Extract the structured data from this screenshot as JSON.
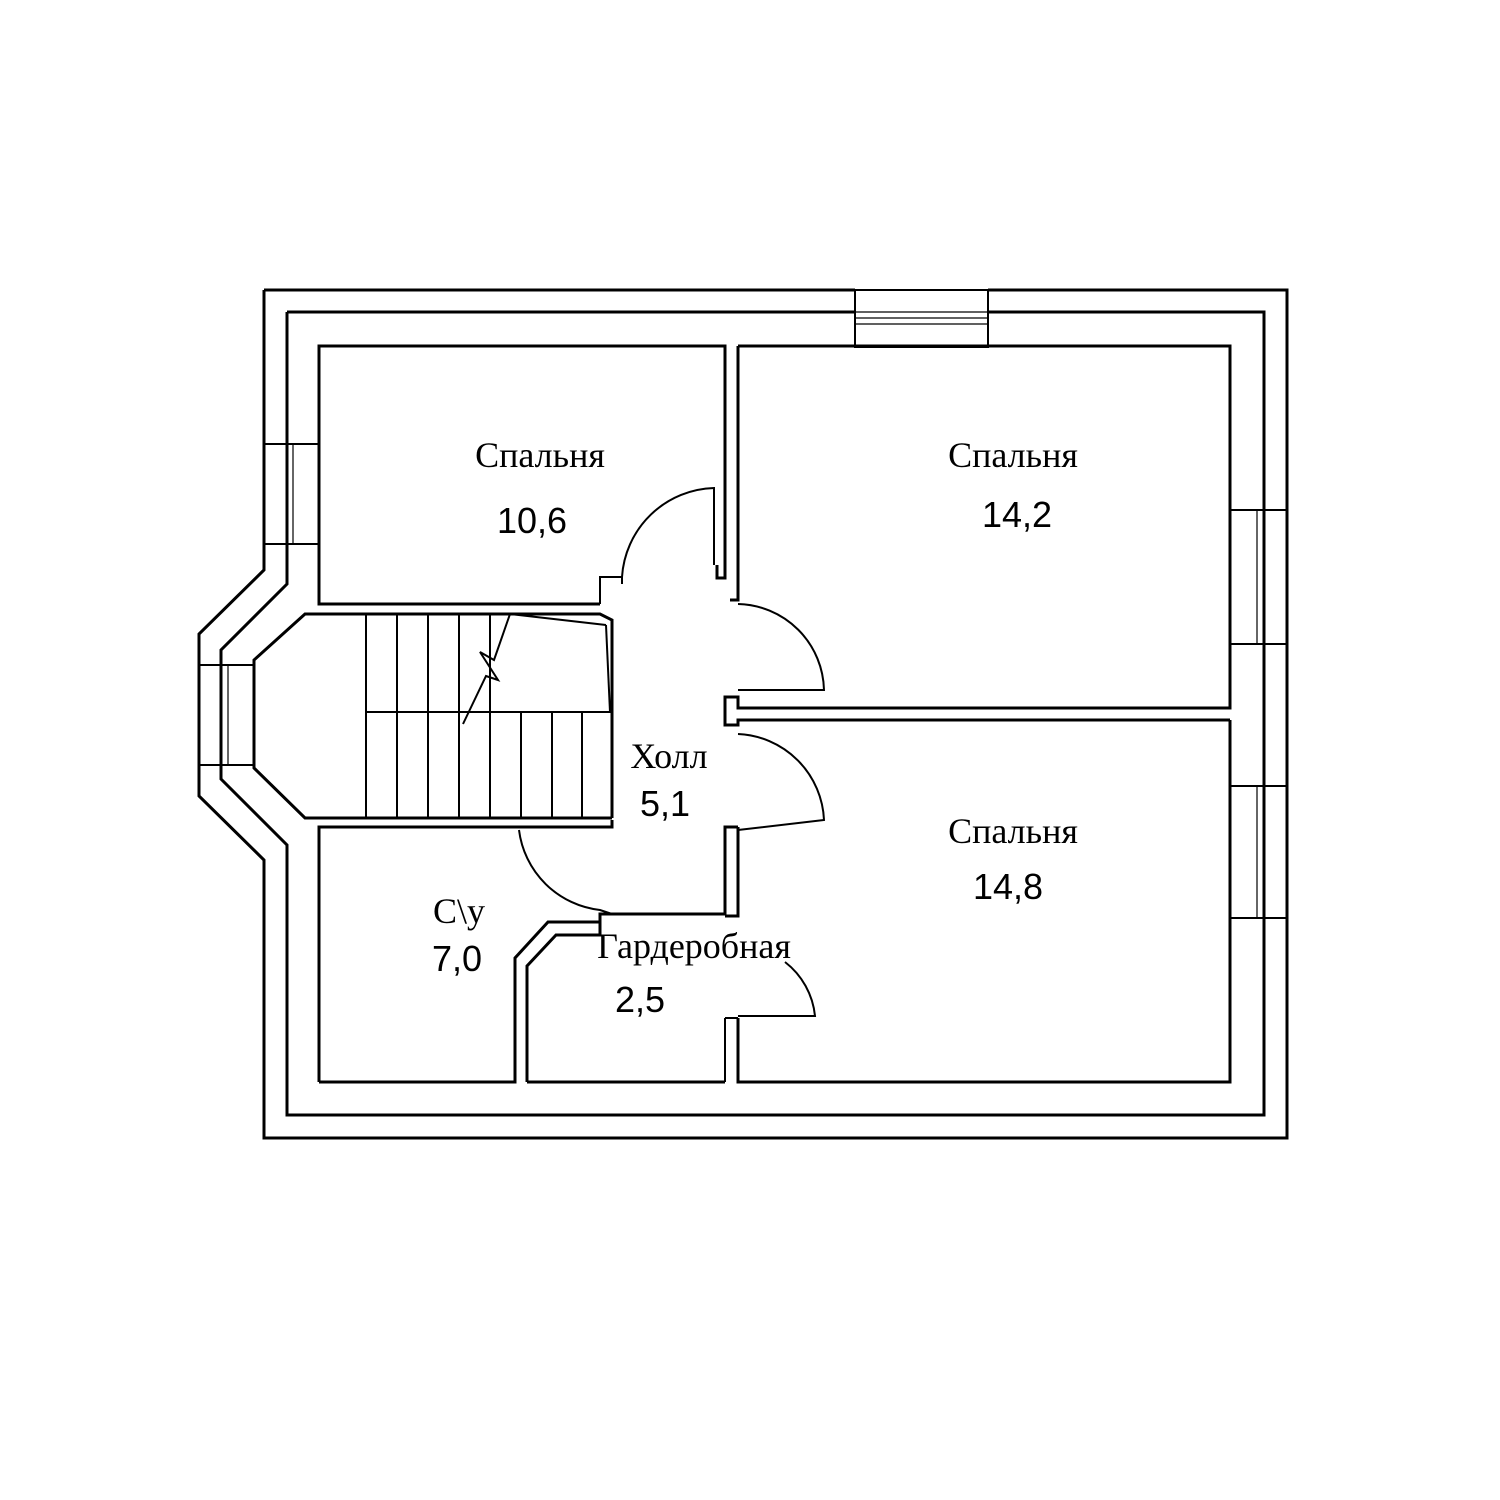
{
  "plan": {
    "rooms": [
      {
        "id": "bedroom-1",
        "name": "Спальня",
        "area": "10,6"
      },
      {
        "id": "bedroom-2",
        "name": "Спальня",
        "area": "14,2"
      },
      {
        "id": "bedroom-3",
        "name": "Спальня",
        "area": "14,8"
      },
      {
        "id": "hall",
        "name": "Холл",
        "area": "5,1"
      },
      {
        "id": "bathroom",
        "name": "С\\у",
        "area": "7,0"
      },
      {
        "id": "wardrobe",
        "name": "Гардеробная",
        "area": "2,5"
      }
    ]
  },
  "colors": {
    "line": "#000000",
    "background": "#ffffff"
  }
}
